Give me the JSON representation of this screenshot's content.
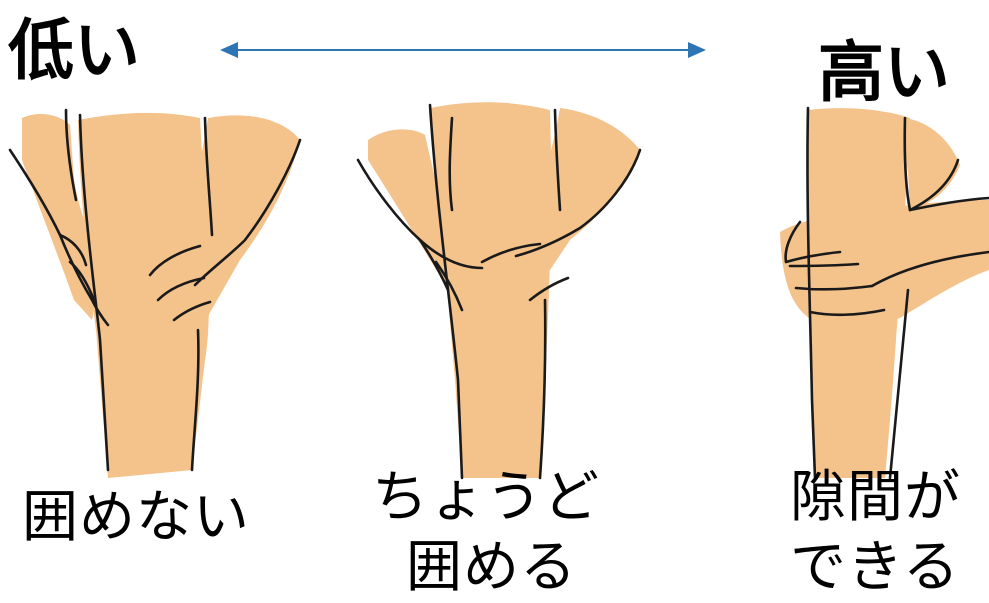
{
  "scale": {
    "low_label": "低い",
    "high_label": "高い",
    "arrow_color": "#2E75B6"
  },
  "panels": [
    {
      "caption_line1": "囲めない",
      "caption_line2": ""
    },
    {
      "caption_line1": "ちょうど",
      "caption_line2": "囲める"
    },
    {
      "caption_line1": "隙間が",
      "caption_line2": "できる"
    }
  ],
  "colors": {
    "skin": "#F4C28B",
    "outline": "#1a1a1a"
  }
}
